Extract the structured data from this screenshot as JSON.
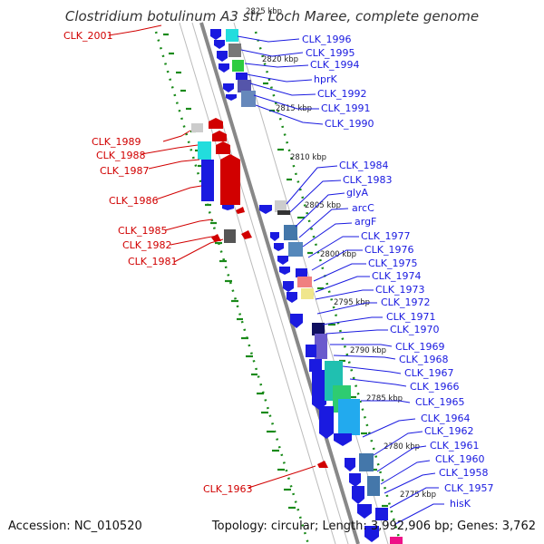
{
  "title": "Clostridium botulinum A3 str. Loch Maree, complete genome",
  "footer": {
    "accession": "Accession: NC_010520",
    "summary": "Topology: circular; Length: 3,992,906 bp; Genes: 3,762"
  },
  "kbp_labels": [
    "2825 kbp",
    "2820 kbp",
    "2815 kbp",
    "2810 kbp",
    "2805 kbp",
    "2800 kbp",
    "2795 kbp",
    "2790 kbp",
    "2785 kbp",
    "2780 kbp",
    "2775 kbp"
  ],
  "blue_labels": [
    "CLK_1996",
    "CLK_1995",
    "CLK_1994",
    "hprK",
    "CLK_1992",
    "CLK_1991",
    "CLK_1990",
    "CLK_1984",
    "CLK_1983",
    "glyA",
    "arcC",
    "argF",
    "CLK_1977",
    "CLK_1976",
    "CLK_1975",
    "CLK_1974",
    "CLK_1973",
    "CLK_1972",
    "CLK_1971",
    "CLK_1970",
    "CLK_1969",
    "CLK_1968",
    "CLK_1967",
    "CLK_1966",
    "CLK_1965",
    "CLK_1964",
    "CLK_1962",
    "CLK_1961",
    "CLK_1960",
    "CLK_1958",
    "CLK_1957",
    "hisK"
  ],
  "red_labels": [
    "CLK_2001",
    "CLK_1989",
    "CLK_1988",
    "CLK_1987",
    "CLK_1986",
    "CLK_1985",
    "CLK_1982",
    "CLK_1981",
    "CLK_1963"
  ],
  "colors": {
    "forward": "#d10000",
    "reverse": "#1a1ae0",
    "backbone": "#888888",
    "gc_tick": "#1a8a1a"
  }
}
